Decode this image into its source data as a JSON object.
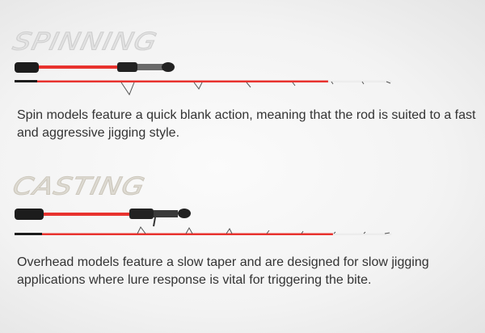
{
  "sections": [
    {
      "title": "SPINNING",
      "description": "Spin models feature a quick blank action, meaning that the rod is suited to a fast and aggressive jigging style."
    },
    {
      "title": "CASTING",
      "description": "Overhead models feature a slow taper and are designed for slow jigging applications where lure response is vital for triggering the bite."
    }
  ],
  "colors": {
    "blank": "#e8322e",
    "grip": "#1c1c1c",
    "tip": "#f2f2f2"
  }
}
